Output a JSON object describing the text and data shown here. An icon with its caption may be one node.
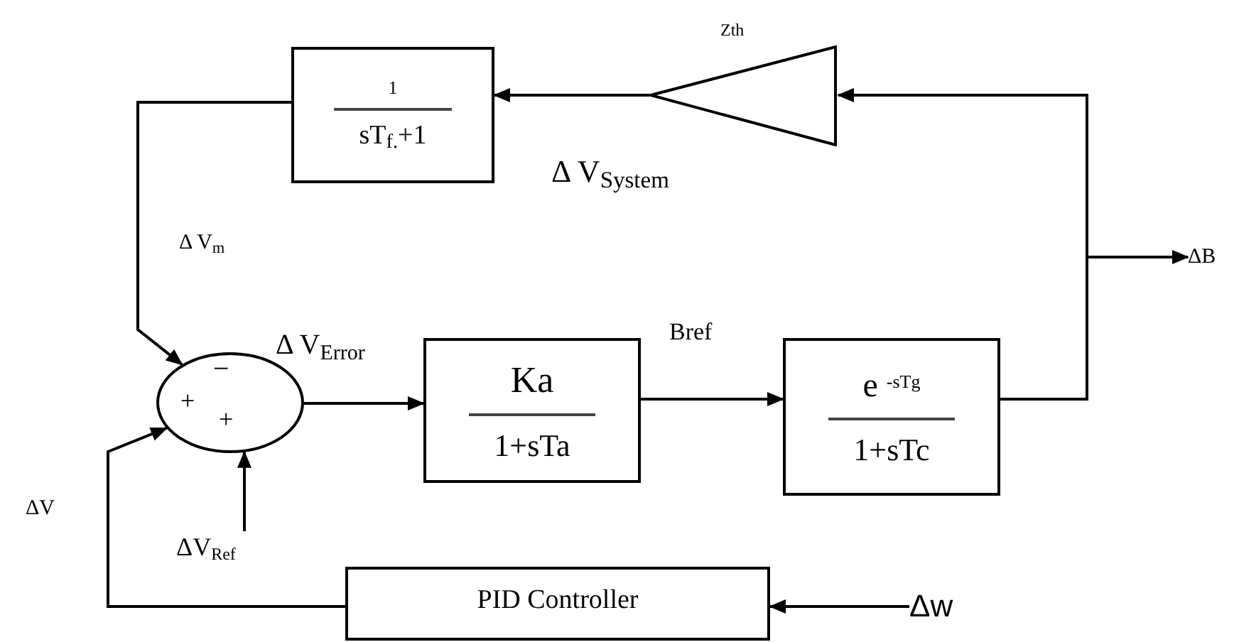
{
  "diagram": {
    "nodes": [
      {
        "text": [
          "1",
          "sT$_{f.}$+1"
        ]
      },
      {
        "text": [
          "Zth"
        ]
      },
      {
        "text": [
          "−",
          "+",
          "+"
        ]
      },
      {
        "text": [
          "Ka",
          "1+sTa"
        ]
      },
      {
        "text": [
          "e $^{-sTg}$",
          "1+sTc"
        ]
      },
      {
        "text": [
          "ΔB"
        ]
      },
      {
        "text": [
          "ΔV$_{Ref}$"
        ]
      },
      {
        "text": [
          "PID Controller"
        ]
      },
      {
        "text": [
          "Δw"
        ]
      }
    ],
    "edges": [
      {
        "from": 1,
        "to": 0,
        "arrow": "to",
        "label": "Δ V$_{System}$"
      },
      {
        "from": 4,
        "to": 1,
        "arrow": "to"
      },
      {
        "from": 4,
        "to": 5,
        "arrow": "to"
      },
      {
        "from": 0,
        "to": 2,
        "arrow": "to",
        "label": "Δ V$_{m}$"
      },
      {
        "from": 2,
        "to": 3,
        "arrow": "to",
        "label": "Δ V$_{Error}$"
      },
      {
        "from": 3,
        "to": 4,
        "arrow": "to",
        "label": "Bref"
      },
      {
        "from": 6,
        "to": 2,
        "arrow": "to"
      },
      {
        "from": 7,
        "to": 2,
        "arrow": "to",
        "label": "ΔV"
      },
      {
        "from": 8,
        "to": 7,
        "arrow": "to"
      }
    ]
  }
}
